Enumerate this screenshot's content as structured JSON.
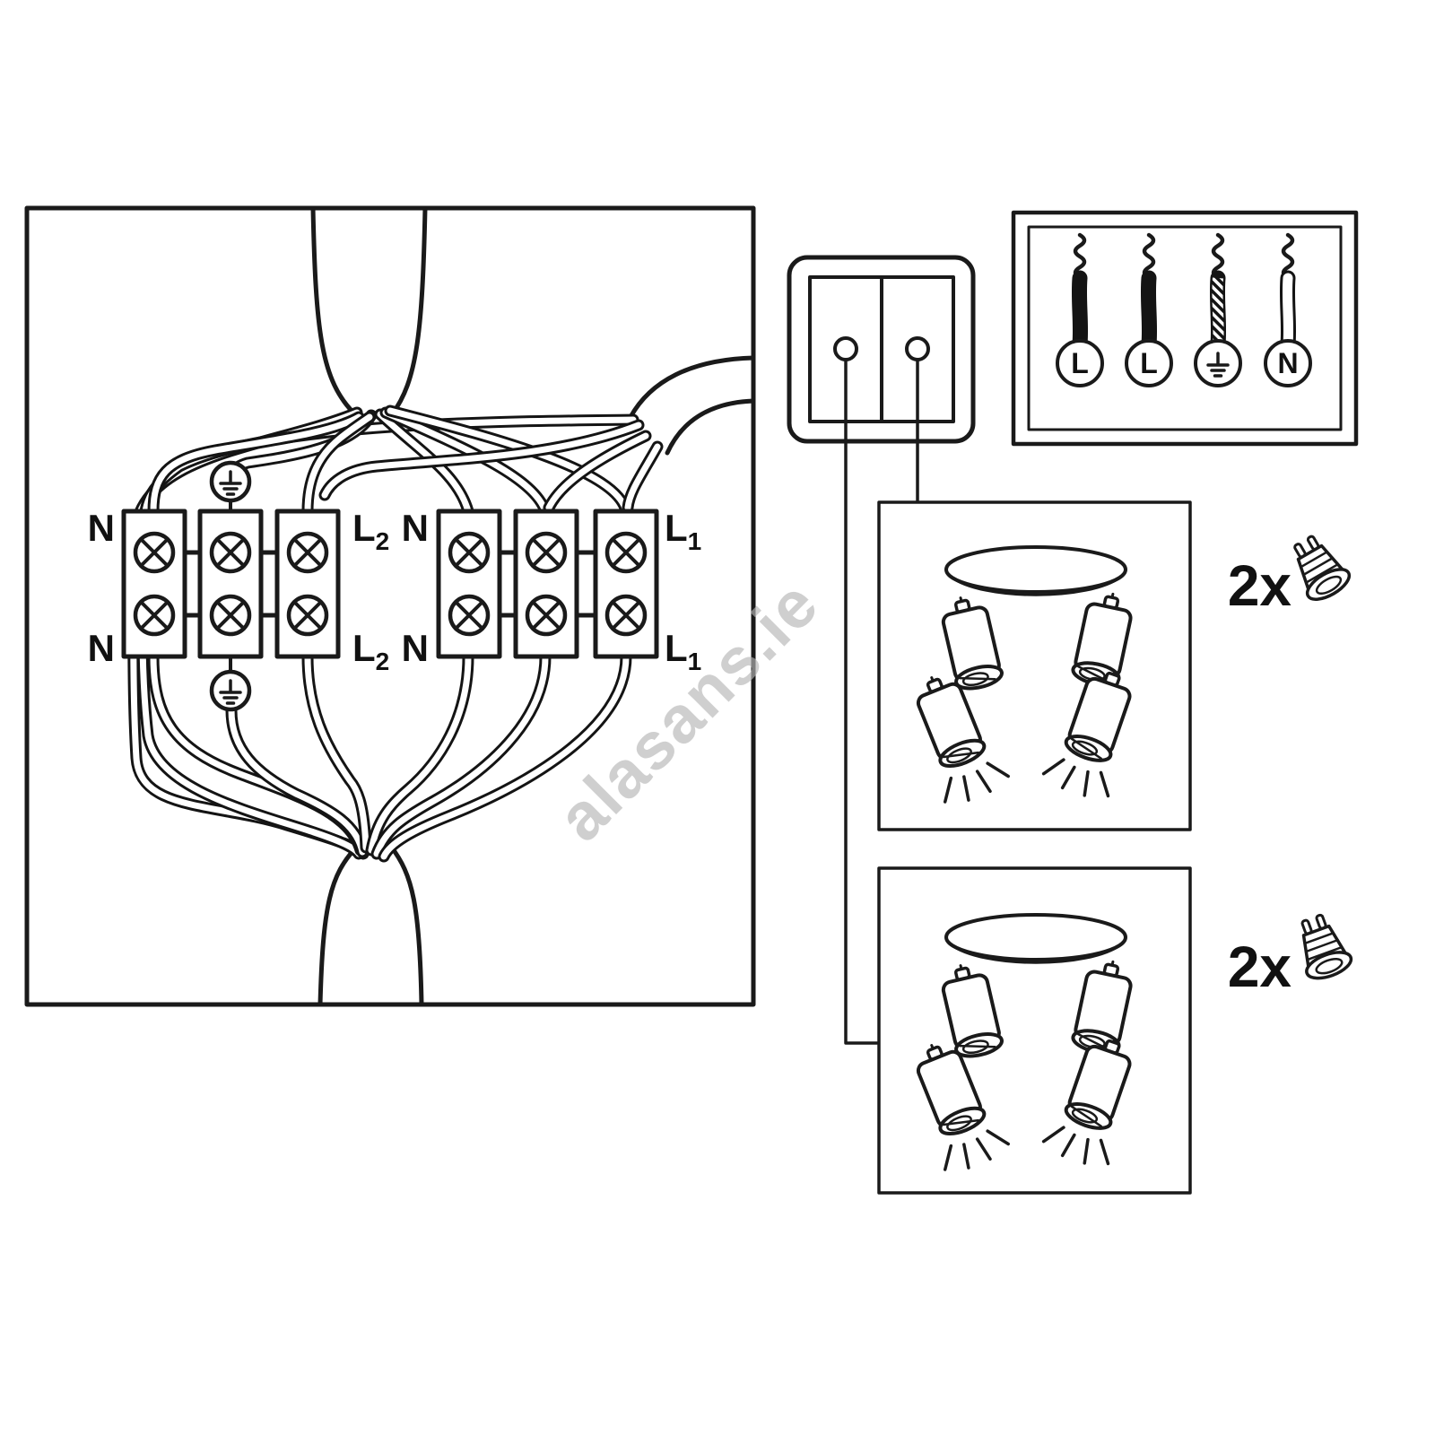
{
  "page": {
    "background": "#ffffff",
    "line_color": "#1a1a1a",
    "watermark_text": "alasans.ie",
    "watermark_color": "#b5b5b5"
  },
  "junction_box": {
    "top_labels": [
      {
        "main": "N",
        "sub": ""
      },
      {
        "main": "L",
        "sub": "2"
      },
      {
        "main": "N",
        "sub": ""
      },
      {
        "main": "L",
        "sub": "1"
      }
    ],
    "bottom_labels": [
      {
        "main": "N",
        "sub": ""
      },
      {
        "main": "L",
        "sub": "2"
      },
      {
        "main": "N",
        "sub": ""
      },
      {
        "main": "L",
        "sub": "1"
      }
    ]
  },
  "legend": {
    "letters": [
      "L",
      "L",
      "N"
    ],
    "wire_styles": [
      "solid-black",
      "solid-black",
      "striped-earth",
      "white-neutral"
    ]
  },
  "icons": {
    "earth": "earth-ground-symbol",
    "bulb": "gu10-spot-bulb"
  },
  "fixtures": [
    {
      "quantity": "2x"
    },
    {
      "quantity": "2x"
    }
  ]
}
